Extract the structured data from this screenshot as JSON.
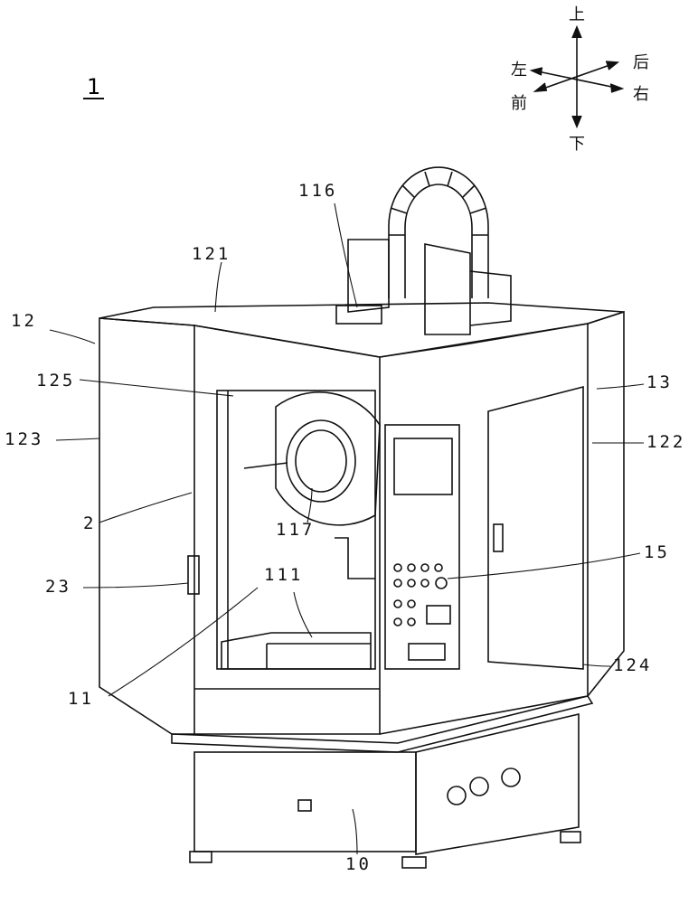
{
  "figure_number": "1",
  "compass": {
    "up": "上",
    "down": "下",
    "left": "左",
    "right": "右",
    "front": "前",
    "back": "后"
  },
  "labels": {
    "l116": "116",
    "l121": "121",
    "l12": "12",
    "l125": "125",
    "l123": "123",
    "l13": "13",
    "l122": "122",
    "l2": "2",
    "l117": "117",
    "l15": "15",
    "l23": "23",
    "l111": "111",
    "l11": "11",
    "l124": "124",
    "l10": "10"
  }
}
